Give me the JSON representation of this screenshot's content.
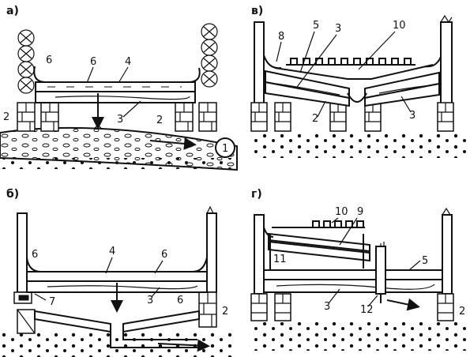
{
  "panels": {
    "a": {
      "label": "а)",
      "callouts": [
        "6",
        "6",
        "4",
        "3",
        "2",
        "2",
        "1"
      ]
    },
    "v": {
      "label": "в)",
      "callouts": [
        "8",
        "5",
        "3",
        "10",
        "2",
        "3"
      ]
    },
    "b": {
      "label": "б)",
      "callouts": [
        "6",
        "4",
        "6",
        "7",
        "3",
        "6",
        "2"
      ]
    },
    "g": {
      "label": "г)",
      "callouts": [
        "10",
        "9",
        "11",
        "5",
        "3",
        "12",
        "2"
      ]
    }
  }
}
